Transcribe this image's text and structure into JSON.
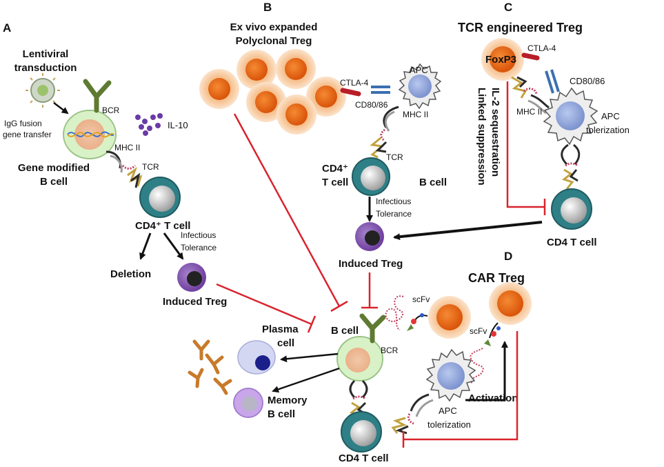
{
  "panels": {
    "a": {
      "letter": "A",
      "lentiviral": [
        "Lentiviral",
        "transduction"
      ],
      "igg_fusion": [
        "IgG fusion",
        "gene transfer"
      ],
      "bcr": "BCR",
      "il10": "IL-10",
      "mhc": "MHC II",
      "gene_modified": [
        "Gene modified",
        "B cell"
      ],
      "tcr": "TCR",
      "cd4": "CD4⁺ T cell",
      "infectious": [
        "Infectious",
        "Tolerance"
      ],
      "deletion": "Deletion",
      "induced_treg": "Induced Treg"
    },
    "b": {
      "letter": "B",
      "title": [
        "Ex vivo expanded",
        "Polyclonal Treg"
      ],
      "ctla4": "CTLA-4",
      "cd8086": "CD80/86",
      "apc": "APC",
      "mhc": "MHC II",
      "tcr": "TCR",
      "cd4": [
        "CD4⁺",
        "T cell"
      ],
      "bcell": "B cell",
      "infectious": [
        "Infectious",
        "Tolerance"
      ],
      "induced_treg": "Induced Treg"
    },
    "c": {
      "letter": "C",
      "title": "TCR engineered Treg",
      "foxp3": "FoxP3",
      "ctla4": "CTLA-4",
      "cd8086": "CD80/86",
      "mhc": "MHC II",
      "apc": [
        "APC",
        "tolerization"
      ],
      "il2": "IL-2 sequestration",
      "linked": "Linked suppression",
      "cd4": "CD4 T cell"
    },
    "d": {
      "letter": "D",
      "title": "CAR Treg",
      "scfv": "scFv",
      "activation": "Activation",
      "apc": [
        "APC",
        "tolerization"
      ],
      "cd4": "CD4 T cell"
    },
    "center": {
      "bcell": "B cell",
      "bcr": "BCR",
      "plasma": [
        "Plasma",
        "cell"
      ],
      "memory": [
        "Memory",
        "B cell"
      ]
    }
  },
  "colors": {
    "inhibit": "#d9232d",
    "arrow": "#111111",
    "treg_outer": "#f7c89b",
    "treg_inner": "#ee6a0f",
    "tcell_outer": "#2f7f86",
    "tcell_inner": "#d9d9d9",
    "itreg_outer": "#8a5bb5",
    "bcr": "#5f7a32",
    "apc_nucleus": "#8fa6dc",
    "bcell_body": "#d9f1c6"
  }
}
